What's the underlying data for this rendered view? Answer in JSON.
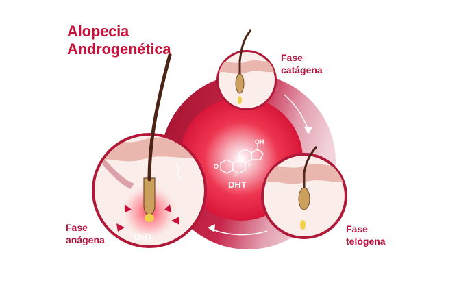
{
  "title": {
    "line1": "Alopecia",
    "line2": "Androgenética"
  },
  "phases": {
    "catagena": {
      "line1": "Fase",
      "line2": "catágena"
    },
    "anagena": {
      "line1": "Fase",
      "line2": "anágena"
    },
    "telogena": {
      "line1": "Fase",
      "line2": "telógena"
    }
  },
  "center": {
    "molecule_label": "DHT",
    "oh_label": "OH",
    "o_label": "O",
    "h_labels": [
      "H",
      "H",
      "H"
    ]
  },
  "anagen_badge": "DHT",
  "colors": {
    "brand_red": "#c8103b",
    "ring_dark": "#b01838",
    "ring_light": "#e6a7b7",
    "skin": "#f6e2dc",
    "hair": "#5a2a1e"
  }
}
